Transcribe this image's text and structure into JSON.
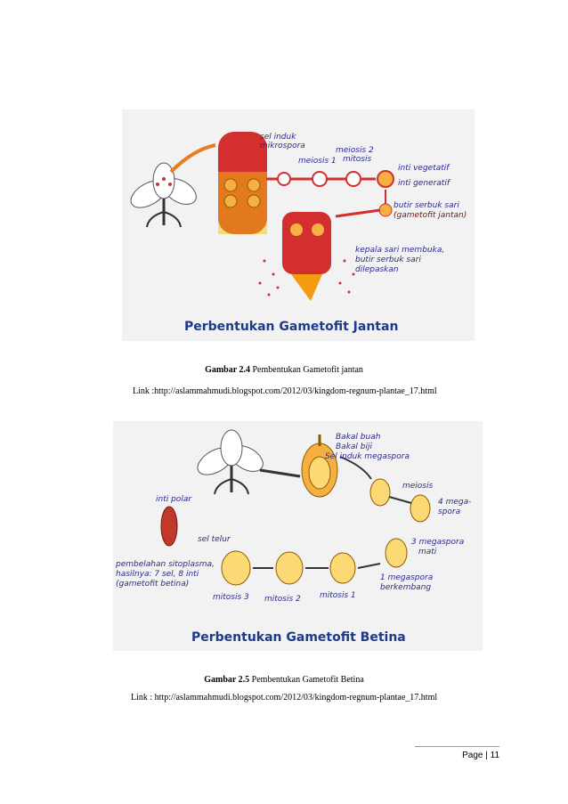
{
  "figure1": {
    "title": "Perbentukan Gametofit Jantan",
    "labels": {
      "sel_induk": "sel induk",
      "mikrospora": "mikrospora",
      "meiosis1": "meiosis 1",
      "meiosis2": "meiosis 2",
      "mitosis": "mitosis",
      "inti_vegetatif": "inti vegetatif",
      "inti_generatif": "inti generatif",
      "butir": "butir serbuk sari",
      "gametofit": "(gametofit jantan)",
      "kepala1": "kepala sari membuka,",
      "kepala2": "butir serbuk sari",
      "kepala3": "dilepaskan"
    },
    "caption_bold": "Gambar 2.4",
    "caption_text": " Pembentukan Gametofit jantan",
    "link": "Link :http://aslammahmudi.blogspot.com/2012/03/kingdom-regnum-plantae_17.html"
  },
  "figure2": {
    "title": "Perbentukan Gametofit Betina",
    "labels": {
      "bakal_buah": "Bakal buah",
      "bakal_biji": "Bakal biji",
      "sel_induk_megaspora": "Sel induk megaspora",
      "meiosis": "meiosis",
      "mega4a": "4 mega-",
      "mega4b": "spora",
      "mega3a": "3 megaspora",
      "mega3b": "mati",
      "mega1a": "1 megaspora",
      "mega1b": "berkembang",
      "inti_polar": "inti polar",
      "sel_telur": "sel telur",
      "pemb1": "pembelahan sitoplasma,",
      "pemb2": "hasilnya: 7 sel, 8 inti",
      "pemb3": "(gametofit betina)",
      "mitosis1": "mitosis 1",
      "mitosis2": "mitosis 2",
      "mitosis3": "mitosis 3"
    },
    "caption_bold": "Gambar 2.5",
    "caption_text": " Pembentukan Gametofit Betina",
    "link": "Link : http://aslammahmudi.blogspot.com/2012/03/kingdom-regnum-plantae_17.html"
  },
  "footer": {
    "page": "Page | 11"
  }
}
